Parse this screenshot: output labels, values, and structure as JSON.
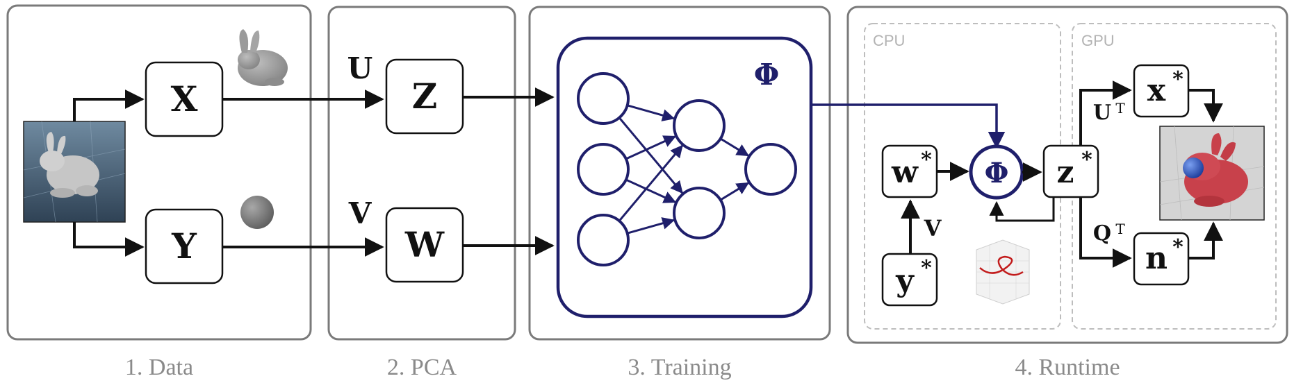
{
  "panels": [
    {
      "id": "data",
      "caption": "1. Data"
    },
    {
      "id": "pca",
      "caption": "2. PCA"
    },
    {
      "id": "training",
      "caption": "3. Training"
    },
    {
      "id": "runtime",
      "caption": "4. Runtime"
    }
  ],
  "runtime_subpanels": {
    "cpu": "CPU",
    "gpu": "GPU"
  },
  "nodes": {
    "X": "X",
    "Y": "Y",
    "Z": "Z",
    "W": "W",
    "w_star": "w",
    "y_star": "y",
    "z_star": "z",
    "x_star": "x",
    "n_star": "n",
    "star": "*",
    "phi": "Φ"
  },
  "edge_labels": {
    "U": "U",
    "V": "V",
    "V_runtime": "V",
    "UT": "U",
    "QT": "Q",
    "T": "T"
  },
  "network": {
    "layers": [
      3,
      2,
      1
    ]
  },
  "colors": {
    "network": "#1f1f6b",
    "panel_border": "#7a7a7a",
    "dashed": "#bdbdbd",
    "arrow": "#111111"
  },
  "icons": [
    "bunny-mesh-icon",
    "bunny-render-icon",
    "sphere-icon",
    "latent-curve-icon",
    "bunny-sim-render-icon"
  ]
}
